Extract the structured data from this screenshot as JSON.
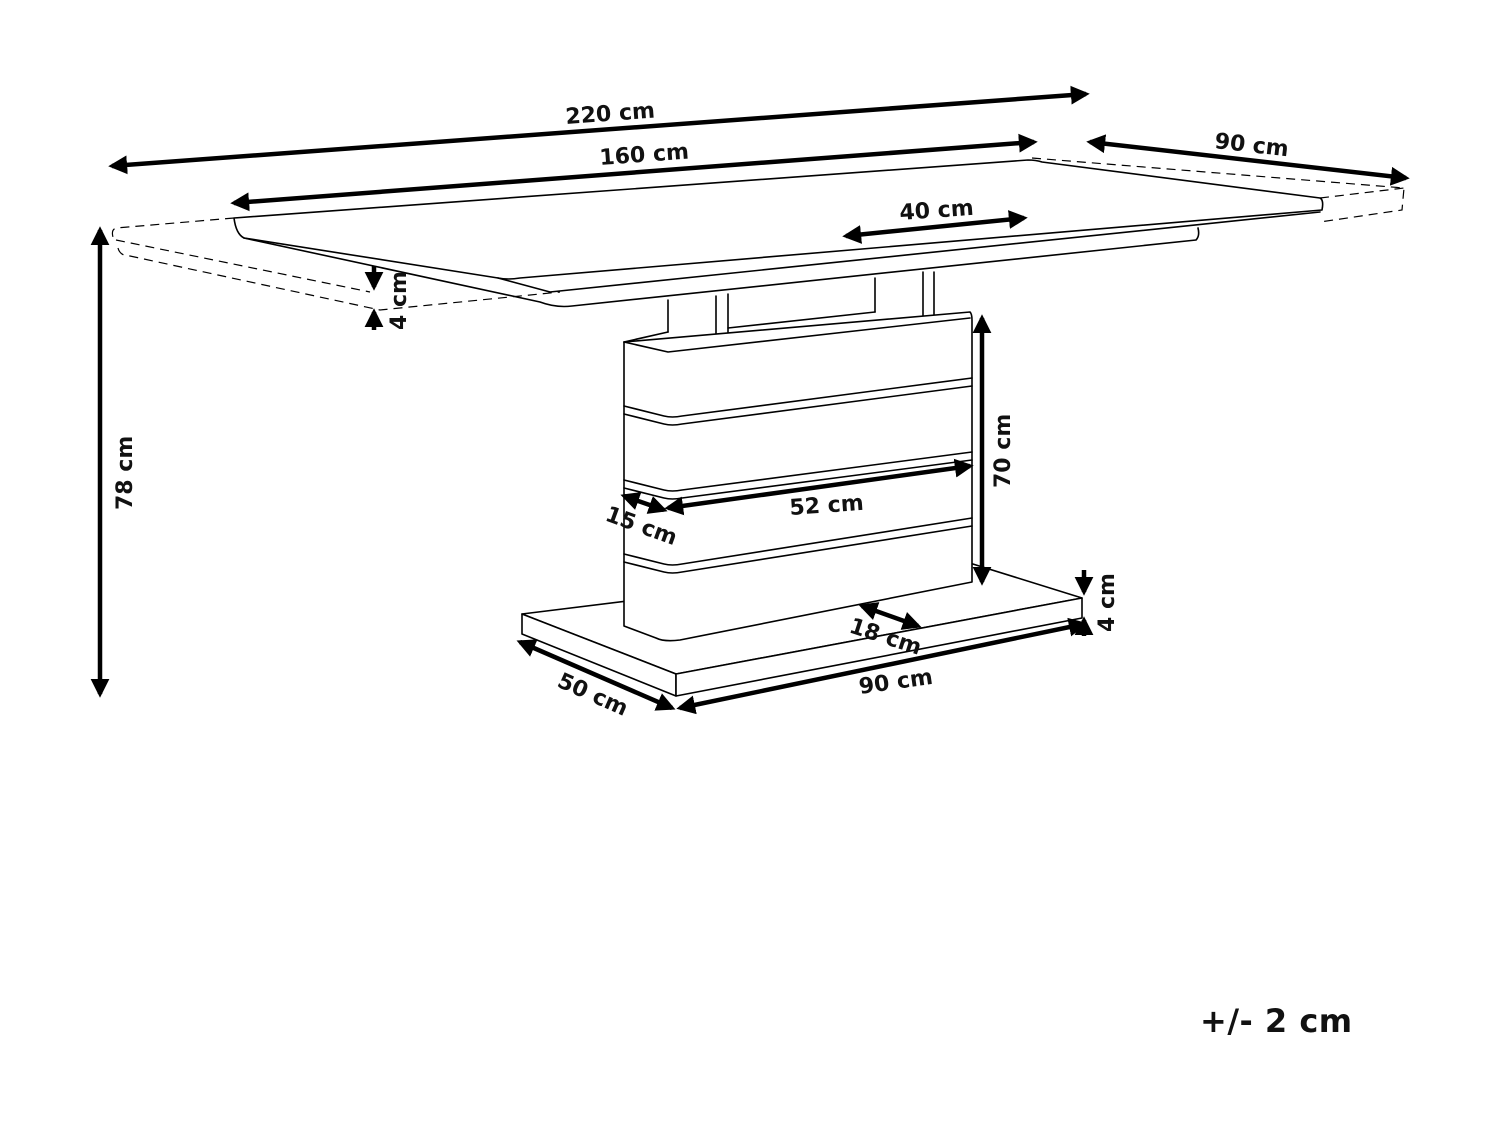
{
  "diagram": {
    "type": "product-dimension-drawing",
    "subject": "extendable pedestal dining table",
    "colors": {
      "line": "#000000",
      "background": "#ffffff",
      "text": "#111111"
    },
    "dimensions": {
      "extended_length": "220 cm",
      "closed_length": "160 cm",
      "extension_leaf": "40 cm",
      "top_depth": "90 cm",
      "top_thickness": "4 cm",
      "total_height": "78 cm",
      "pedestal_height": "70 cm",
      "pedestal_width": "52 cm",
      "pedestal_depth": "15 cm",
      "base_setback": "18 cm",
      "base_length": "90 cm",
      "base_depth": "50 cm",
      "base_thickness": "4 cm"
    },
    "tolerance": "+/- 2 cm"
  }
}
